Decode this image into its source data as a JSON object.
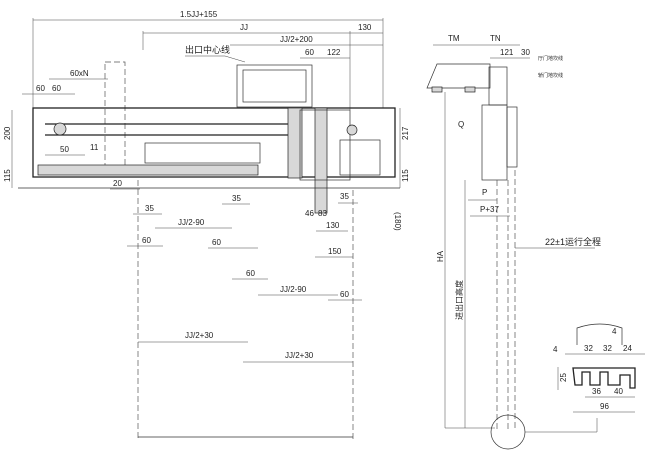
{
  "main_view": {
    "overall_width": "1.5JJ+155",
    "jj": "JJ",
    "right_offset": "130",
    "half_plus": "JJ/2+200",
    "exit_centerline": "出口中心线",
    "d60_top": "60",
    "d122": "122",
    "pitch": "60xN",
    "d60_a": "60",
    "d60_b": "60",
    "h200": "200",
    "h217": "217",
    "d50": "50",
    "d11": "11",
    "h115_left": "115",
    "h115_right": "115",
    "d20": "20"
  },
  "lower_dims": {
    "d35_a": "35",
    "d35_b": "35",
    "d35_c": "35",
    "half_minus_a": "JJ/2-90",
    "d60_c": "60",
    "d60_d": "60",
    "d46": "46",
    "d83": "83",
    "d130": "130",
    "h180": "(180)",
    "d150": "150",
    "d60_e": "60",
    "half_minus_b": "JJ/2-90",
    "d60_f": "60",
    "half_plus_a": "JJ/2+30",
    "half_plus_b": "JJ/2+30"
  },
  "side_view": {
    "tm": "TM",
    "tn": "TN",
    "d121": "121",
    "d30": "30",
    "landing_sill_line": "厅门地坎线",
    "car_sill_line": "轿门地坎线",
    "q": "Q",
    "p": "P",
    "p37": "P+37",
    "travel": "22±1运行全程",
    "ha": "HA",
    "entrance_height": "进出口高度"
  },
  "sill_profile": {
    "d4_top": "4",
    "d4_left": "4",
    "d32_a": "32",
    "d32_b": "32",
    "d24": "24",
    "h25": "25",
    "d36": "36",
    "d40": "40",
    "d96": "96"
  }
}
